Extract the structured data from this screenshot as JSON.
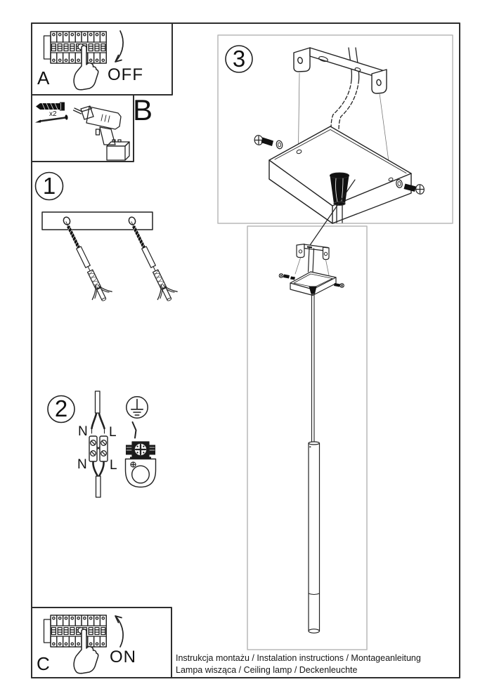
{
  "steps": {
    "a": {
      "label": "A",
      "action": "OFF"
    },
    "b": {
      "label": "B",
      "qty": "x2"
    },
    "c": {
      "label": "C",
      "action": "ON"
    },
    "one": {
      "label": "1"
    },
    "two": {
      "label": "2",
      "n_top": "N",
      "l_top": "L",
      "n_bottom": "N",
      "l_bottom": "L"
    },
    "three": {
      "label": "3"
    }
  },
  "footer": {
    "line1": "Instrukcja montażu / Instalation instructions / Montageanleitung",
    "line2": "Lampa wisząca / Ceiling lamp / Deckenleuchte"
  },
  "colors": {
    "ink": "#222222",
    "frame": "#2e2e2e",
    "panel_border": "#b9b9b9",
    "paper": "#ffffff"
  }
}
